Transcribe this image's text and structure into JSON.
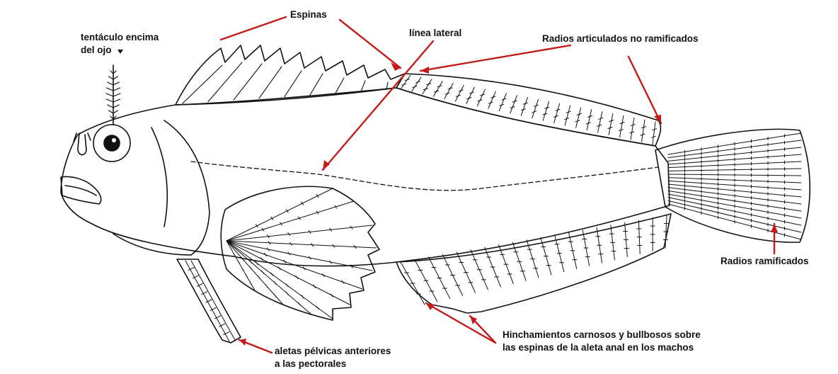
{
  "labels": {
    "espinas": "Espinas",
    "tentaculo_line1": "tentáculo encima",
    "tentaculo_line2": "del ojo",
    "linea_lateral": "línea lateral",
    "radios_articulados": "Radios articulados no ramificados",
    "radios_ramificados": "Radios ramificados",
    "hinchamientos_line1": "Hinchamientos carnosos y bullbosos sobre",
    "hinchamientos_line2": "las espinas de la aleta anal en los machos",
    "aletas_pelvicas_line1": "aletas pélvicas anteriores",
    "aletas_pelvicas_line2": "a las pectorales"
  },
  "colors": {
    "pointer": "#c41a1a",
    "ink": "#111111",
    "background": "#ffffff"
  }
}
